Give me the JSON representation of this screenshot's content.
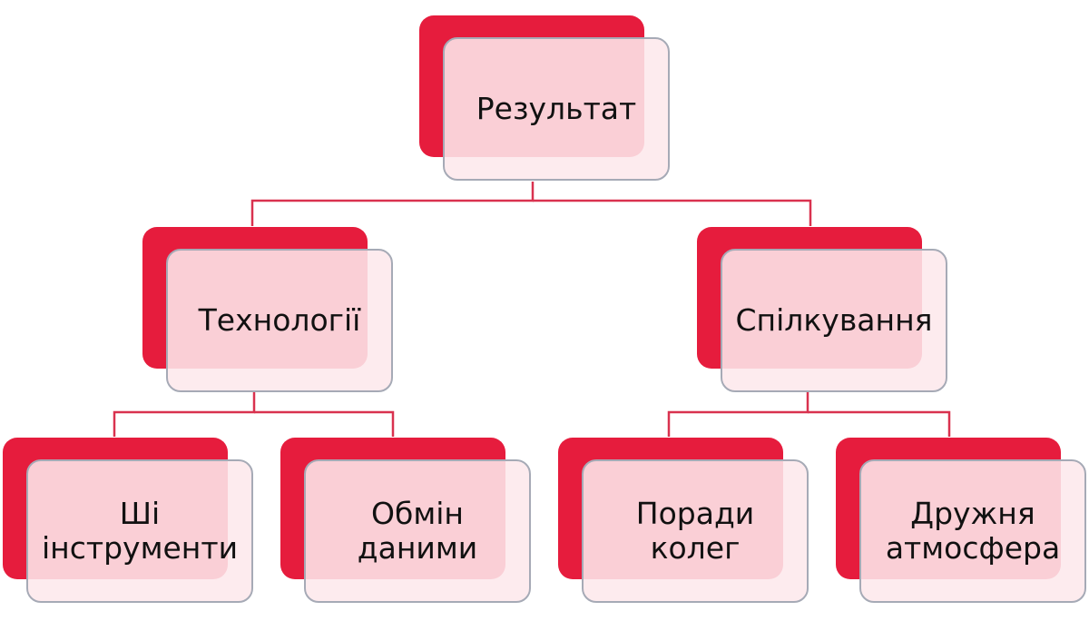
{
  "colors": {
    "accent": "#e61c3d",
    "node_fill": "#fde8ec",
    "node_border": "#a6aab6",
    "connector": "#d9324f"
  },
  "nodes": {
    "root": {
      "label": "Результат"
    },
    "technology": {
      "label": "Технології"
    },
    "communication": {
      "label": "Спілкування"
    },
    "ai_tools": {
      "label": "Ші\nінструменти"
    },
    "data_exchange": {
      "label": "Обмін\nданими"
    },
    "colleague_advice": {
      "label": "Поради\nколег"
    },
    "friendly_atmosphere": {
      "label": "Дружня\nатмосфера"
    }
  }
}
